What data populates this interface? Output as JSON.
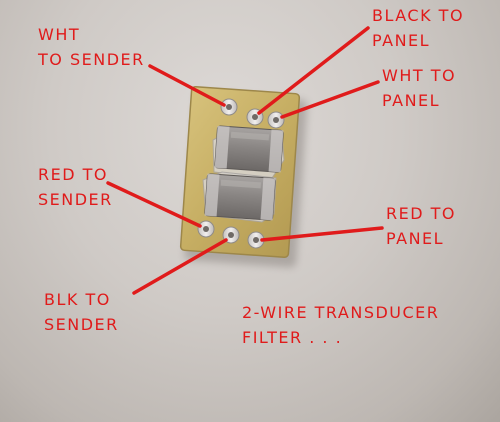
{
  "labels": {
    "wht_to_sender": "WHT\nTO SENDER",
    "black_to_panel": "BLACK TO\nPANEL",
    "wht_to_panel": "WHT TO\nPANEL",
    "red_to_sender": "RED TO\nSENDER",
    "red_to_panel": "RED TO\nPANEL",
    "blk_to_sender": "BLK TO\nSENDER",
    "caption": "2-WIRE TRANSDUCER\nFILTER . . ."
  },
  "colors": {
    "annotation": "#e01b1b",
    "background": "#cfcac6",
    "board": "#c9b36a",
    "component": "#8e8a88"
  }
}
